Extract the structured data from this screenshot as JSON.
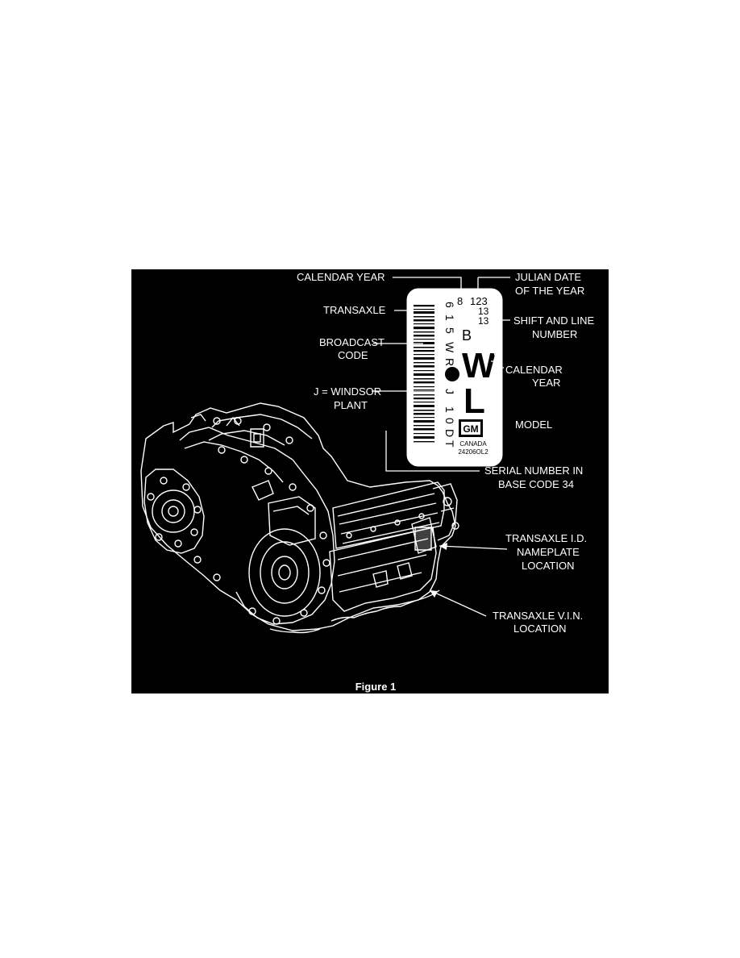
{
  "figure": {
    "caption": "Figure 1",
    "colors": {
      "background": "#000000",
      "foreground": "#ffffff",
      "page": "#ffffff"
    },
    "labels": {
      "calendar_year_top": "CALENDAR YEAR",
      "julian_date_line1": "JULIAN DATE",
      "julian_date_line2": "OF THE YEAR",
      "transaxle": "TRANSAXLE",
      "shift_line_1": "SHIFT AND LINE",
      "shift_line_2": "NUMBER",
      "broadcast_code_1": "BROADCAST",
      "broadcast_code_2": "CODE",
      "calendar_year_right_1": "CALENDAR",
      "calendar_year_right_2": "YEAR",
      "windsor_plant_1": "J = WINDSOR",
      "windsor_plant_2": "PLANT",
      "model": "MODEL",
      "serial_number_1": "SERIAL NUMBER IN",
      "serial_number_2": "BASE CODE 34",
      "nameplate_location_1": "TRANSAXLE I.D.",
      "nameplate_location_2": "NAMEPLATE",
      "nameplate_location_3": "LOCATION",
      "vin_location_1": "TRANSAXLE V.I.N.",
      "vin_location_2": "LOCATION"
    },
    "nameplate": {
      "year_digit": "8",
      "julian_date": "123",
      "shift_number": "13",
      "line_number": "13",
      "calendar_year_letter": "B",
      "model_letter_1": "W",
      "model_letter_2": "L",
      "vertical_code": [
        "6",
        "1",
        "5",
        "W",
        "R",
        "J",
        "1",
        "0",
        "D",
        "T"
      ],
      "logo": "GM",
      "country": "CANADA",
      "part_number": "24206OL2"
    }
  }
}
